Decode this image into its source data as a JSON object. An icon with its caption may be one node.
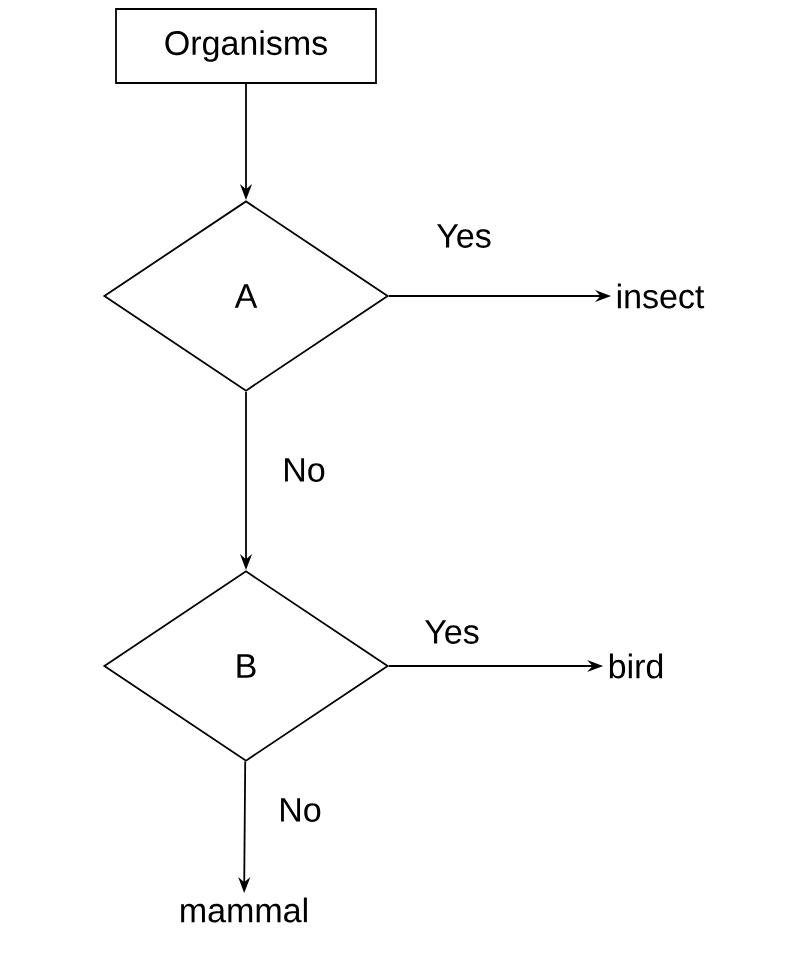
{
  "diagram": {
    "nodes": [
      {
        "text": [
          "Organisms"
        ]
      },
      {
        "text": [
          "A"
        ]
      },
      {
        "text": [
          "insect"
        ]
      },
      {
        "text": [
          "B"
        ]
      },
      {
        "text": [
          "bird"
        ]
      },
      {
        "text": [
          "mammal"
        ]
      }
    ],
    "edges": [
      {
        "from": 0,
        "to": 1,
        "arrow": "to"
      },
      {
        "from": 1,
        "to": 2,
        "arrow": "to",
        "label": "Yes"
      },
      {
        "from": 1,
        "to": 3,
        "arrow": "to",
        "label": "No"
      },
      {
        "from": 3,
        "to": 4,
        "arrow": "to",
        "label": "Yes"
      },
      {
        "from": 3,
        "to": 5,
        "arrow": "to",
        "label": "No"
      }
    ]
  }
}
